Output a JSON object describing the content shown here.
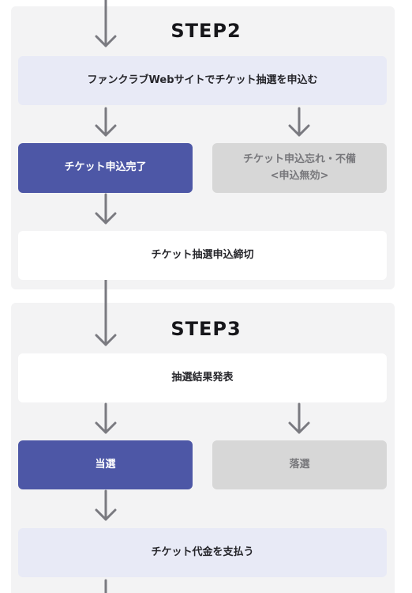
{
  "step2": {
    "title": "STEP2",
    "apply_web": "ファンクラブWebサイトでチケット抽選を申込む",
    "apply_complete": "チケット申込完了",
    "apply_forgot_line1": "チケット申込忘れ・不備",
    "apply_forgot_line2": "<申込無効>",
    "deadline": "チケット抽選申込締切"
  },
  "step3": {
    "title": "STEP3",
    "announcement": "抽選結果発表",
    "won": "当選",
    "lost": "落選",
    "payment": "チケット代金を支払う"
  },
  "colors": {
    "panel_bg": "#f3f3f4",
    "primary_blue": "#4d57a6",
    "lavender": "#e8eaf6",
    "inactive_gray": "#d7d7d7",
    "arrow_gray": "#7a7a80"
  }
}
